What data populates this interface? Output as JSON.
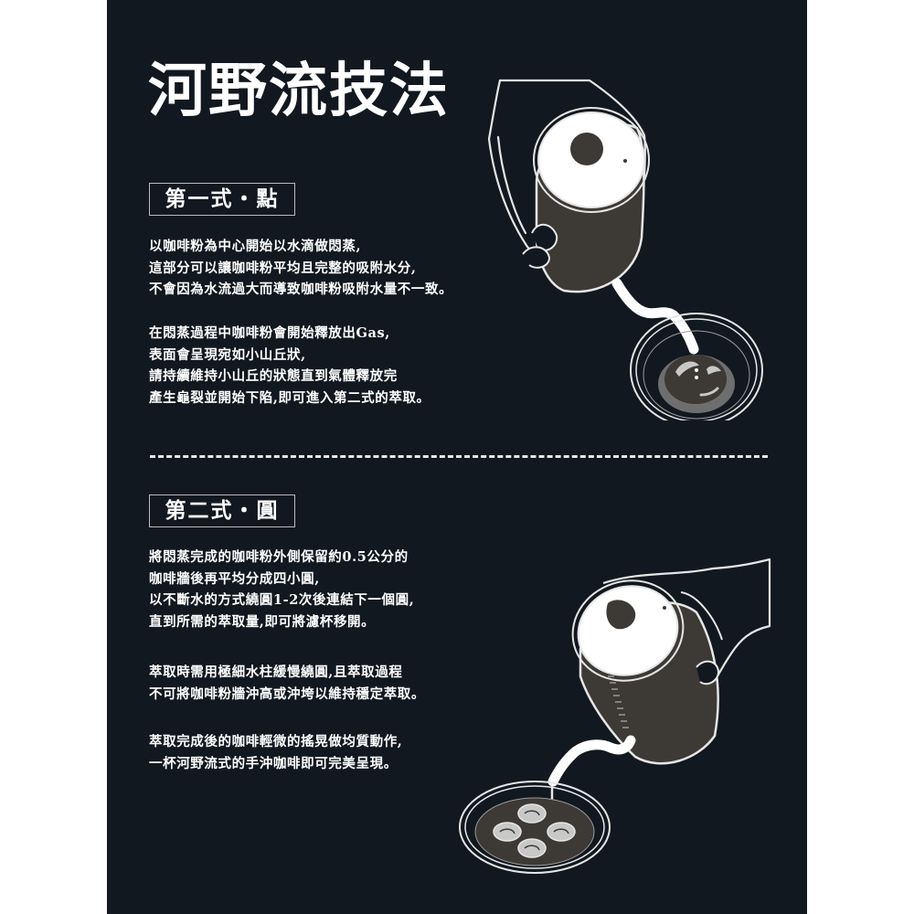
{
  "page": {
    "title": "河野流技法",
    "colors": {
      "background": "#121820",
      "text": "#ffffff",
      "kettle_body": "#3d3935",
      "outline": "#e6e6e6"
    }
  },
  "step1": {
    "label": "第一式・點",
    "paragraphs": [
      {
        "lines": [
          "以咖啡粉為中心開始以水滴做悶蒸,",
          "這部分可以讓咖啡粉平均且完整的吸附水分,",
          "不會因為水流過大而導致咖啡粉吸附水量不一致。"
        ]
      },
      {
        "lines": [
          "在悶蒸過程中咖啡粉會開始釋放出Gas,",
          "表面會呈現宛如小山丘狀,",
          "請持續維持小山丘的狀態直到氣體釋放完",
          "產生龜裂並開始下陷,即可進入第二式的萃取。"
        ]
      }
    ],
    "illustration": "kettle-drip-point-icon"
  },
  "step2": {
    "label": "第二式・圓",
    "paragraphs": [
      {
        "lines": [
          "將悶蒸完成的咖啡粉外側保留約0.5公分的",
          "咖啡牆後再平均分成四小圓,",
          "以不斷水的方式繞圓1-2次後連結下一個圓,",
          "直到所需的萃取量,即可將濾杯移開。"
        ]
      },
      {
        "lines": [
          "萃取時需用極細水柱緩慢繞圓,且萃取過程",
          "不可將咖啡粉牆沖高或沖垮以維持穩定萃取。"
        ]
      },
      {
        "lines": [
          "萃取完成後的咖啡輕微的搖晃做均質動作,",
          "一杯河野流式的手沖咖啡即可完美呈現。"
        ]
      }
    ],
    "illustration": "kettle-pour-circles-icon"
  }
}
